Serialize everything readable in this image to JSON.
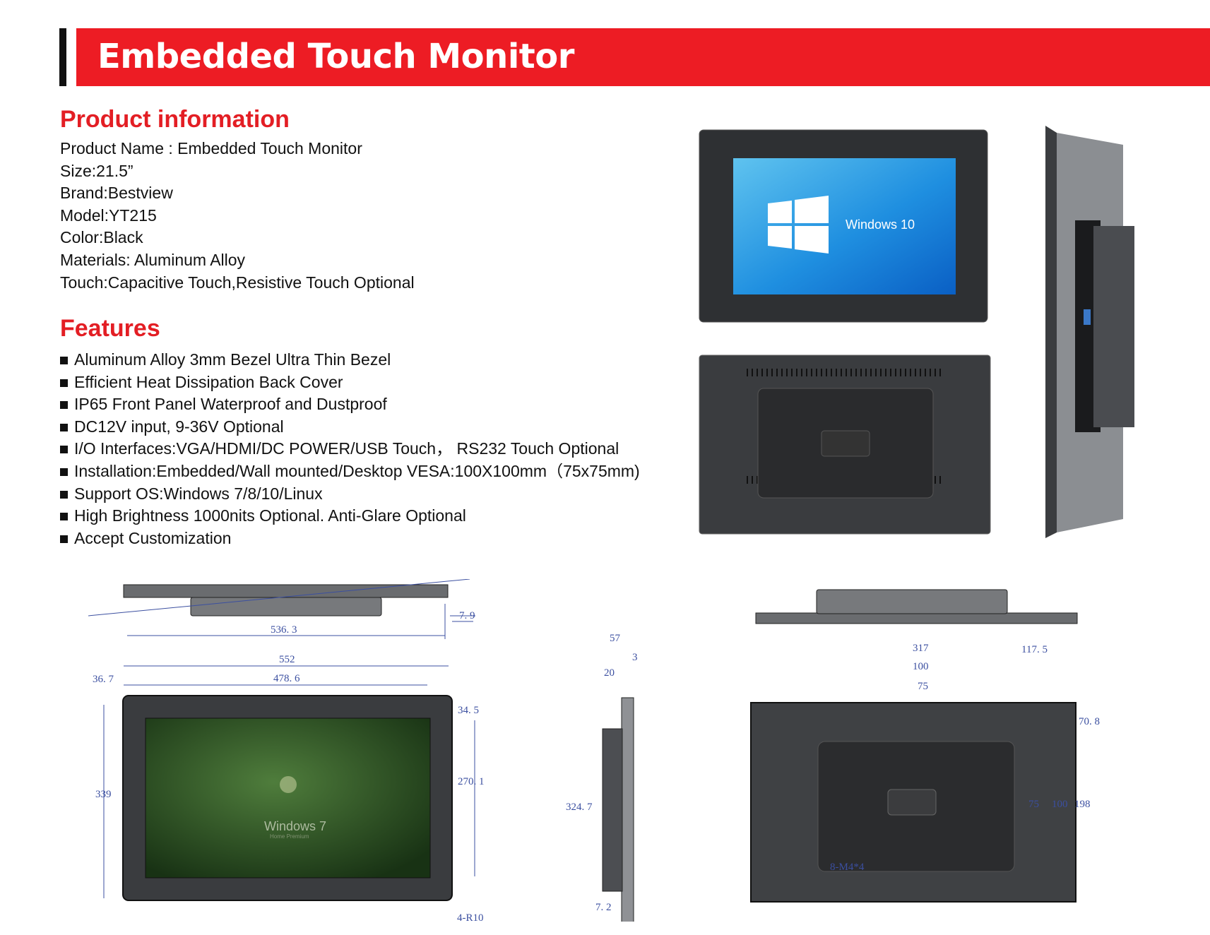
{
  "header": {
    "title": "Embedded Touch Monitor"
  },
  "product_info": {
    "heading": "Product information",
    "lines": [
      "Product Name : Embedded Touch Monitor",
      "Size:21.5”",
      "Brand:Bestview",
      "Model:YT215",
      "Color:Black",
      "Materials: Aluminum Alloy",
      "Touch:Capacitive Touch,Resistive Touch Optional"
    ]
  },
  "features": {
    "heading": "Features",
    "items": [
      "Aluminum Alloy 3mm Bezel Ultra Thin Bezel",
      "Efficient Heat Dissipation Back Cover",
      "IP65 Front Panel Waterproof and Dustproof",
      "DC12V input, 9-36V Optional",
      "I/O Interfaces:VGA/HDMI/DC POWER/USB Touch， RS232 Touch Optional",
      "Installation:Embedded/Wall mounted/Desktop  VESA:100X100mm（75x75mm)",
      "Support OS:Windows 7/8/10/Linux",
      "High Brightness 1000nits Optional. Anti-Glare Optional",
      "Accept Customization"
    ]
  },
  "photos": {
    "front_screen_text": "Windows 10"
  },
  "drawings": {
    "front": {
      "top_width": "536. 3",
      "top_depth": "7. 9",
      "overall_width": "552",
      "screen_width": "478. 6",
      "left_offset": "36. 7",
      "top_offset": "34. 5",
      "overall_height": "339",
      "screen_height": "270. 1",
      "corner_radius": "4-R10",
      "screen_os": "Windows 7",
      "screen_os_sub": "Home Premium"
    },
    "side": {
      "total_depth": "57",
      "back_depth": "20",
      "bezel": "3",
      "height": "324. 7",
      "bottom": "7. 2"
    },
    "back": {
      "width_left": "317",
      "width_right": "117. 5",
      "vesa_100": "100",
      "vesa_75": "75",
      "top_offset": "70. 8",
      "v_75": "75",
      "v_100": "100",
      "v_198": "198",
      "screws": "8-M4*4"
    }
  }
}
